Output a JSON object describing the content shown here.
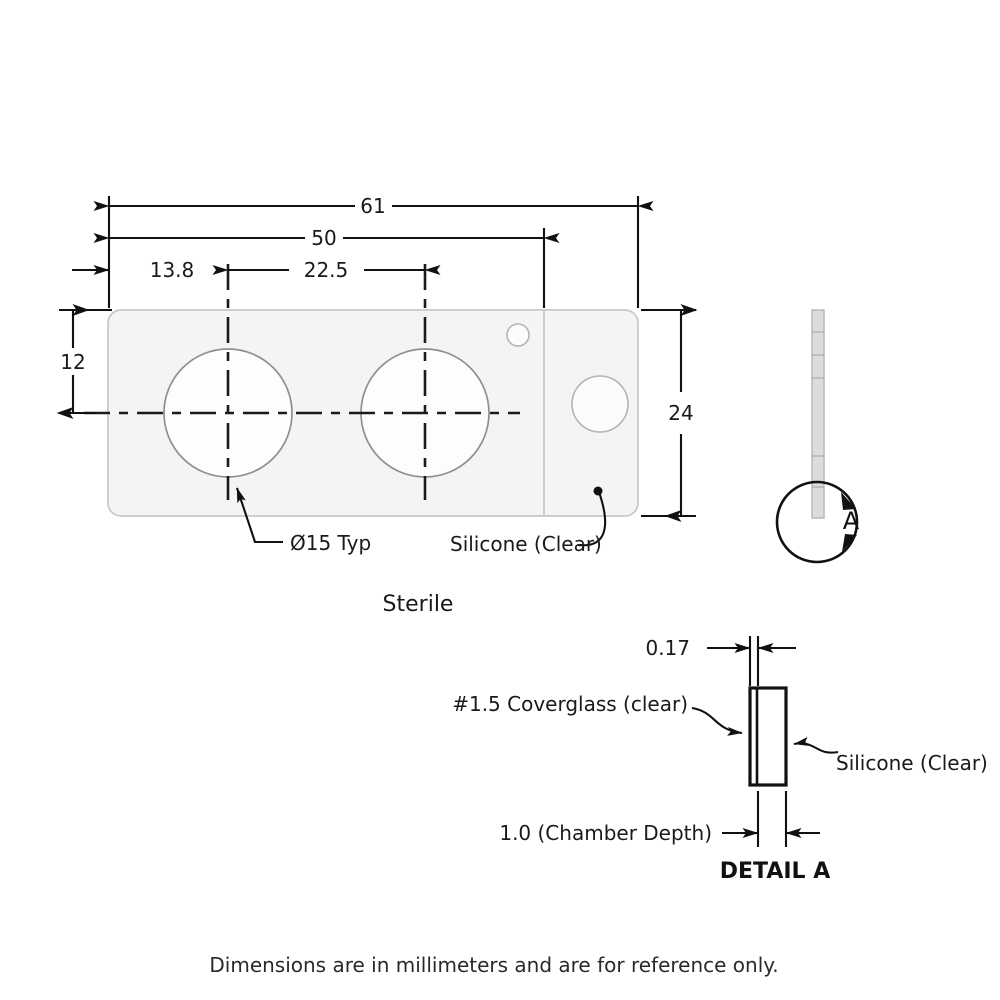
{
  "drawing": {
    "title_top_view": "Sterile",
    "title_detail": "DETAIL A",
    "detail_letter": "A",
    "footer_note": "Dimensions are in millimeters and are for reference only.",
    "units": "millimeters",
    "line_color": "#111111",
    "plate_fill_color": "#f4f4f4",
    "plate_stroke_color": "#c8c8c8",
    "hole_stroke_color": "#8f8f8f"
  },
  "top_view": {
    "dimensions": {
      "overall_length": "61",
      "coverglass_length": "50",
      "edge_to_first_hole": "13.8",
      "hole_spacing": "22.5",
      "hole_center_height": "12",
      "overall_width": "24"
    },
    "labels": {
      "hole_callout": "Ø15 Typ",
      "silicone_callout": "Silicone (Clear)"
    }
  },
  "detail_view": {
    "dimensions": {
      "coverglass_thickness": "0.17",
      "chamber_depth": "1.0 (Chamber Depth)"
    },
    "labels": {
      "coverglass_callout": "#1.5 Coverglass (clear)",
      "silicone_callout": "Silicone (Clear)"
    }
  }
}
